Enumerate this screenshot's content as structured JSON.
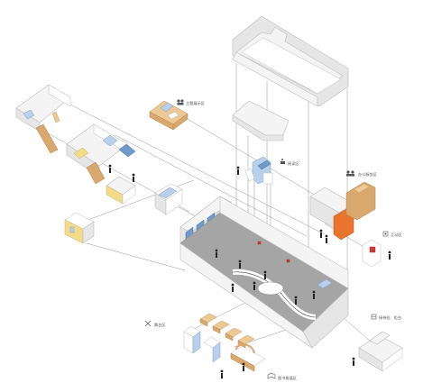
{
  "labels": {
    "thematic_area": "主题展示区",
    "reading_area": "阅读区",
    "office_area": "办公服务区",
    "interaction_area": "互动区",
    "counter": "接待处、柜台",
    "stage_area": "舞台区",
    "library_area": "图书角展区"
  },
  "icons": {
    "thematic_area": "people-group-icon",
    "reading_area": "reading-icon",
    "office_area": "office-people-icon",
    "interaction_area": "interaction-icon",
    "counter": "counter-icon",
    "stage_area": "stage-icon",
    "library_area": "book-icon"
  },
  "colors": {
    "wood": "#d9a86e",
    "blue": "#6f9ac9",
    "orange": "#e8742e",
    "floor": "#a5a5a5",
    "wall": "#f4f4f4"
  }
}
